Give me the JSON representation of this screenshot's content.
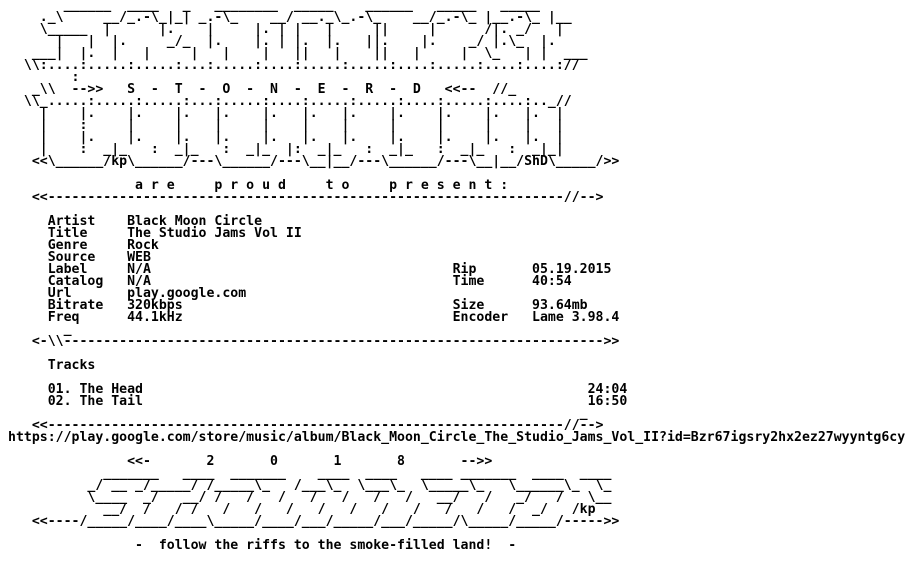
{
  "nfo_lines": [
    "       ______  ____   _   ________  _____    ______   _____   _____",
    "    ._\\     __/_.-\\_|_| _.-\\_    __/ __._\\_.-\\_    __/_.-\\_ |__.-\\_ |__",
    "    \\_____  |      |.    |     |. | |   |     ||     |      /|. _/   |",
    "      |   |  |.     _/_  |.    |. | |.  |.   ||.    |.    _/ |.\\_  |.",
    "   ___|  |.  |   |     |   |    |   ||   |    ||   |     |  \\_   | |  ___",
    "  \\\\:....:.....:.....:...:.....:....:.....:.....:....:.....:....:....://",
    "        :",
    "   _\\\\  -->>   S  -  T  -  O  -  N  -  E  -  R  -  D   <<--  //_",
    "  \\\\_.....:.....:.....:...:.....:....:.....:.....:....:.....:....:.._//",
    "    |    |.    |.    |.   |.    |.   |.   |.    |.    |.    |.   |.  |",
    "    |    :     |     |    |     |    |    |     |     |     |    |   |",
    "    |    |.    |.    |.   |.    |.   |.   |.    |.    |.    |.   |.  |",
    "    |    :  _|_   :  _|_   :  _|_  |:  _|_   :  _|_   :  _|_   :  _|_|",
    "   <<\\______/kp\\______/---\\______/---\\__|__/---\\______/---\\__|__/ShD\\_____/>>",
    "",
    "                a r e     p r o u d     t o     p r e s e n t :",
    "   <<-----------------------------------------------------------------//-->",
    "",
    "     Artist    Black Moon Circle",
    "     Title     The Studio Jams Vol II",
    "     Genre     Rock",
    "     Source    WEB",
    "     Label     N/A                                      Rip       05.19.2015",
    "     Catalog   N/A                                      Time      40:54",
    "     Url       play.google.com",
    "     Bitrate   320kbps                                  Size      93.64mb",
    "     Freq      44.1kHz                                  Encoder   Lame 3.98.4",
    "       _",
    "   <-\\\\-------------------------------------------------------------------->>",
    "",
    "     Tracks",
    "",
    "     01. The Head                                                        24:04",
    "     02. The Tail                                                        16:50",
    "                                                                        _",
    "   <<-----------------------------------------------------------------//-->",
    "https://play.google.com/store/music/album/Black_Moon_Circle_The_Studio_Jams_Vol_II?id=Bzr67igsry2hx2ez27wyyntg6cy",
    "",
    "               <<-       2       0       1       8       -->>",
    "            _______   ____  _______    ____  ____   ____ _______  ____  ____",
    "          _/ __ _/_____/ /_____\\_   /___\\_  \\___\\_  \\_____\\_   \\______\\_  \\_",
    "          \\____  _/   __/ /   /   /   /   /   /   /   __/   /   _/   /   \\__",
    "            __/  /   / /   /   /   /   /   /   /   /   /   /   /  _/   /kp",
    "   <<----/_____/____/____\\_____/____/___/_____/___/_____/\\_____/_____/----->>",
    "",
    "                -  follow the riffs to the smoke-filled land!  -"
  ]
}
